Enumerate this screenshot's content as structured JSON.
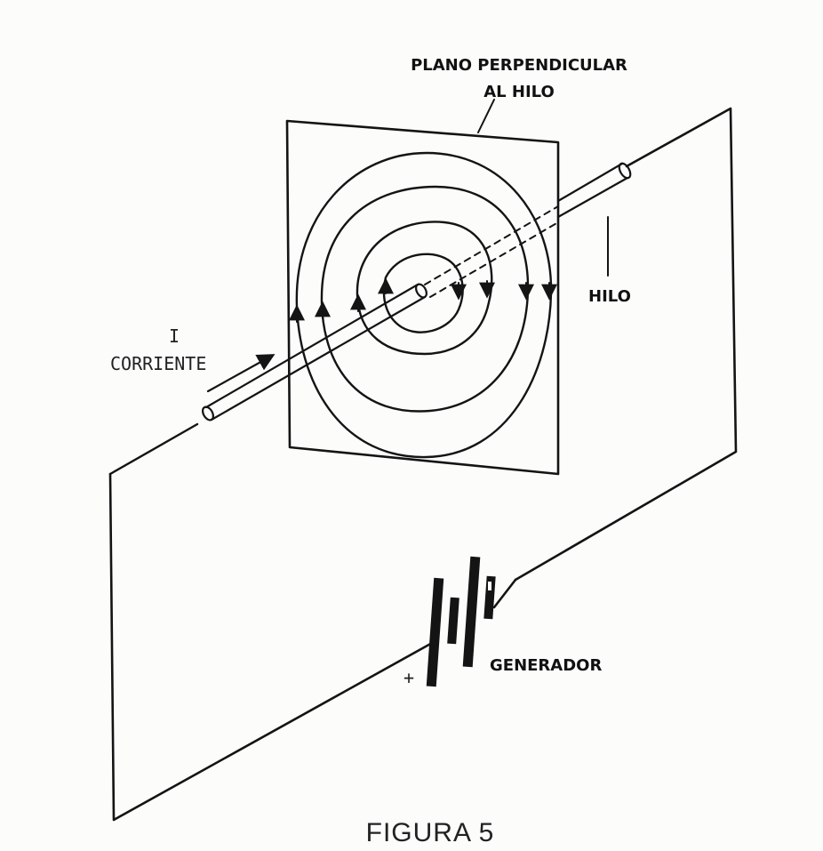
{
  "labels": {
    "plane_line1": "PLANO PERPENDICULAR",
    "plane_line2": "AL HILO",
    "wire": "HILO",
    "current_symbol": "I",
    "current_word": "CORRIENTE",
    "generator": "GENERADOR",
    "plus_sign": "+",
    "caption": "FIGURA 5"
  },
  "colors": {
    "ink": "#141414",
    "background": "#fcfcfb"
  },
  "icons": {
    "field_line_arrow": "arrowhead",
    "current_arrow": "arrow-up-right"
  }
}
